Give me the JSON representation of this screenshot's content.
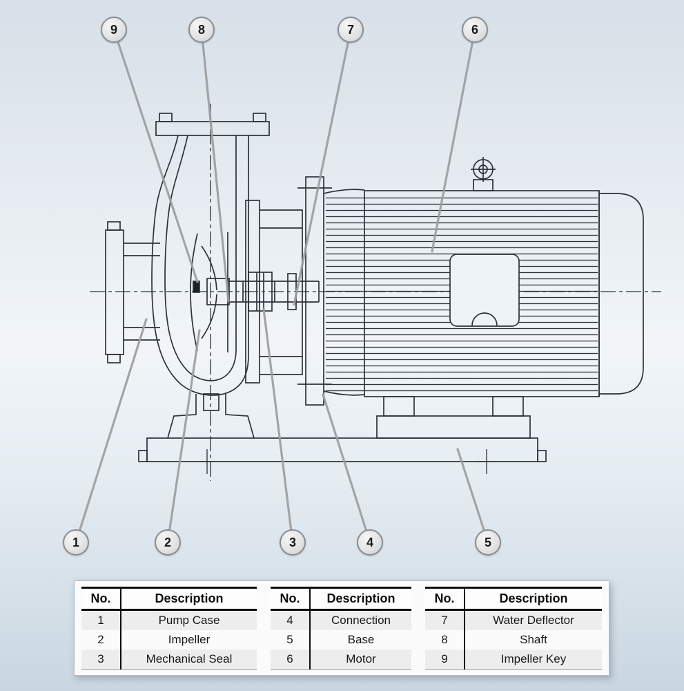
{
  "callouts": [
    "9",
    "8",
    "7",
    "6",
    "1",
    "2",
    "3",
    "4",
    "5"
  ],
  "parts_tables": {
    "headers": {
      "no": "No.",
      "description": "Description"
    },
    "tables": [
      {
        "rows": [
          {
            "no": "1",
            "description": "Pump Case"
          },
          {
            "no": "2",
            "description": "Impeller"
          },
          {
            "no": "3",
            "description": "Mechanical Seal"
          }
        ]
      },
      {
        "rows": [
          {
            "no": "4",
            "description": "Connection"
          },
          {
            "no": "5",
            "description": "Base"
          },
          {
            "no": "6",
            "description": "Motor"
          }
        ]
      },
      {
        "rows": [
          {
            "no": "7",
            "description": "Water Deflector"
          },
          {
            "no": "8",
            "description": "Shaft"
          },
          {
            "no": "9",
            "description": "Impeller Key"
          }
        ]
      }
    ]
  },
  "colors": {
    "drawing_line": "#2c313a",
    "leader_line": "#9e9e9e",
    "callout_fill": "#e9e9e9",
    "callout_border": "#898d93",
    "table_border": "#111111",
    "background_top": "#d7e0e8",
    "background_bottom": "#c9d6e1"
  }
}
